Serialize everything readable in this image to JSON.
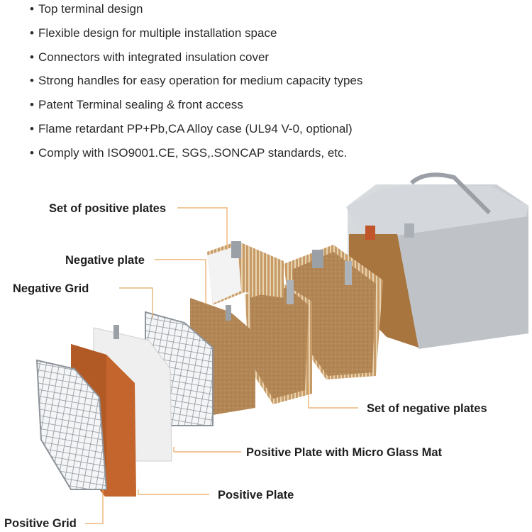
{
  "features": [
    "Top terminal design",
    "Flexible design for multiple installation space",
    "Connectors with integrated insulation cover",
    "Strong handles for easy operation for medium capacity types",
    "Patent Terminal sealing & front access",
    "Flame retardant PP+Pb,CA Alloy case (UL94 V-0, optional)",
    "Comply with ISO9001.CE, SGS,.SONCAP standards, etc."
  ],
  "labels": {
    "set_positive_plates": "Set of positive plates",
    "negative_plate": "Negative plate",
    "negative_grid": "Negative Grid",
    "set_negative_plates": "Set of negative plates",
    "positive_plate_glass_mat": "Positive Plate with Micro Glass Mat",
    "positive_plate": "Positive Plate",
    "positive_grid": "Positive Grid"
  },
  "colors": {
    "leader_line": "#e8a860",
    "plate_brown": "#b5895a",
    "plate_orange": "#c0622b",
    "glass_mat": "#f2f2f2",
    "grid_metal": "#9aa0a6",
    "case_gray": "#c9ccd0"
  }
}
